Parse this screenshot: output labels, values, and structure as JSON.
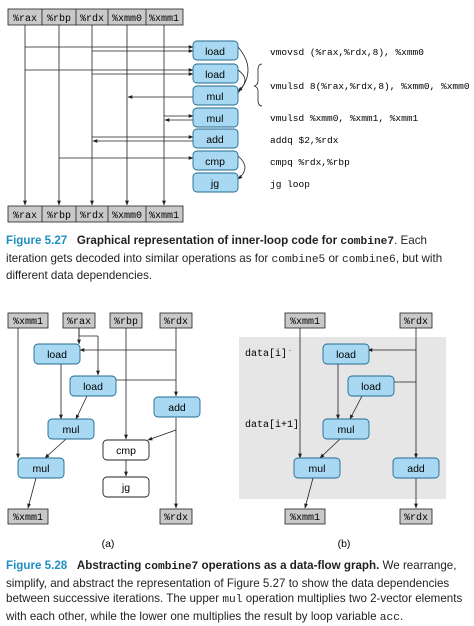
{
  "registers": [
    "%rax",
    "%rbp",
    "%rdx",
    "%xmm0",
    "%xmm1"
  ],
  "fig527": {
    "ops": [
      "load",
      "load",
      "mul",
      "mul",
      "add",
      "cmp",
      "jg"
    ],
    "instructions": [
      "vmovsd (%rax,%rdx,8), %xmm0",
      "vmulsd 8(%rax,%rdx,8), %xmm0, %xmm0",
      "vmulsd %xmm0, %xmm1, %xmm1",
      "addq $2,%rdx",
      "cmpq %rdx,%rbp",
      "jg loop"
    ],
    "caption": {
      "figure": "Figure 5.27",
      "title_a": "Graphical representation of inner-loop code for",
      "title_code": "combine7",
      "text_a": "Each iteration gets decoded into similar operations as for",
      "code1": "combine5",
      "text_b": "or",
      "code2": "combine6",
      "text_c": ", but with different data dependencies."
    }
  },
  "fig528": {
    "a": {
      "top_regs": [
        "%xmm1",
        "%rax",
        "%rbp",
        "%rdx"
      ],
      "ops": [
        "load",
        "load",
        "mul",
        "mul",
        "add",
        "cmp",
        "jg"
      ],
      "bottom_regs": [
        "%xmm1",
        "%rdx"
      ],
      "label": "(a)"
    },
    "b": {
      "top_regs": [
        "%xmm1",
        "%rdx"
      ],
      "data_labels": [
        "data[i]",
        "data[i+1]"
      ],
      "ops": [
        "load",
        "load",
        "mul",
        "mul",
        "add"
      ],
      "bottom_regs": [
        "%xmm1",
        "%rdx"
      ],
      "label": "(b)"
    },
    "caption": {
      "figure": "Figure 5.28",
      "title_a": "Abstracting",
      "title_code": "combine7",
      "title_b": "operations as a data-flow graph.",
      "text_a": "We rearrange, simplify, and abstract the representation of Figure 5.27 to show the data dependencies between successive iterations. The upper",
      "code1": "mul",
      "text_b": "operation multiplies two 2-vector elements with each other, while the lower one multiplies the result by loop variable",
      "code2": "acc",
      "text_c": "."
    }
  },
  "colors": {
    "op_fill": "#a9d9f2",
    "op_stroke": "#1f6a91",
    "reg_fill": "#c9c9c9",
    "accent": "#1e8fc2",
    "panel": "#e6e6e6"
  }
}
